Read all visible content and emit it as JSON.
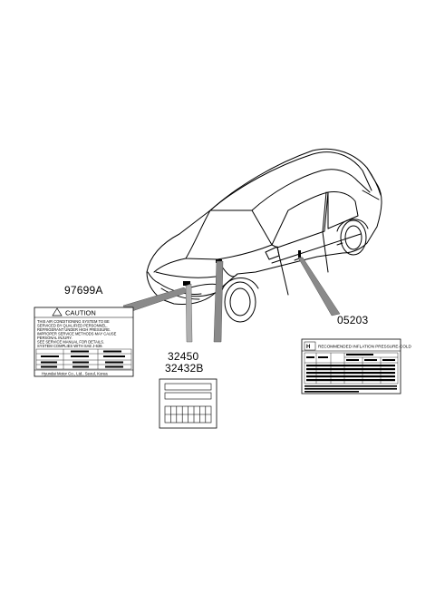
{
  "diagram": {
    "part_numbers": {
      "aircon_label": "97699A",
      "engine_label_1": "32450",
      "engine_label_2": "32432B",
      "tire_label": "05203"
    },
    "aircon_label": {
      "heading": "CAUTION",
      "lines": [
        "THIS AIR CONDITIONING SYSTEM TO BE",
        "SERVICED BY QUALIFIED PERSONNEL.",
        "REFRIGERANT UNDER HIGH PRESSURE.",
        "IMPROPER SERVICE METHODS MAY CAUSE",
        "PERSONAL INJURY.",
        "SEE SERVICE MANUAL FOR DETAILS.",
        "SYSTEM COMPLIES WITH SAE J-639."
      ],
      "footer": "Hyundai Motor Co., Ltd., Seoul, Korea"
    },
    "tire_label": {
      "heading": "RECOMMENDED INFLATION PRESSURE-COLD"
    }
  }
}
